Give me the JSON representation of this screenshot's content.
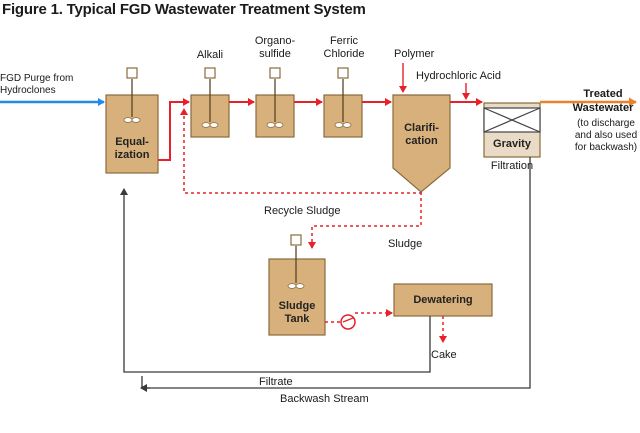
{
  "title": "Figure 1. Typical FGD Wastewater Treatment System",
  "colors": {
    "tank_fill": "#d8b07c",
    "tank_stroke": "#8a6a3e",
    "flow_red": "#e8202a",
    "inlet_blue": "#1f8de8",
    "outlet_orange": "#e9832a",
    "line_dark": "#3a3a3a"
  },
  "labels": {
    "inlet": "FGD Purge from\nHydroclones",
    "equalization": "Equal-\nization",
    "alkali": "Alkali",
    "organosulfide": "Organo-\nsulfide",
    "ferric_chloride": "Ferric\nChloride",
    "polymer": "Polymer",
    "hydrochloric_acid": "Hydrochloric Acid",
    "clarification": "Clarifi-\ncation",
    "gravity": "Gravity",
    "filtration": "Filtration",
    "treated_wastewater": "Treated\nWastewater",
    "treated_note": "(to discharge\nand also used\nfor backwash)",
    "recycle_sludge": "Recycle Sludge",
    "sludge": "Sludge",
    "sludge_tank": "Sludge\nTank",
    "dewatering": "Dewatering",
    "cake": "Cake",
    "filtrate": "Filtrate",
    "backwash_stream": "Backwash Stream"
  }
}
